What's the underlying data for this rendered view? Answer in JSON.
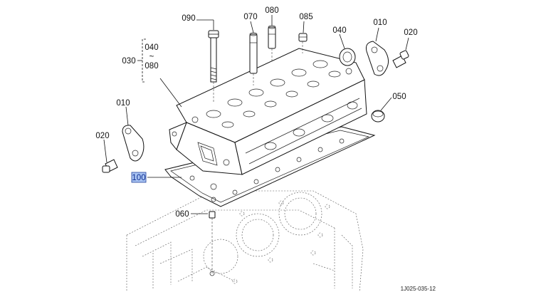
{
  "diagram": {
    "figure_code": "1J025-035-12",
    "callouts": {
      "c090": "090",
      "c070": "070",
      "c080": "080",
      "c085": "085",
      "c040_top": "040",
      "c010_right": "010",
      "c020_right": "020",
      "c030": "030",
      "c040_group": "040",
      "c_tilde": "~",
      "c080_group": "080",
      "c050": "050",
      "c010_left": "010",
      "c020_left": "020",
      "c100": "100",
      "c060": "060"
    },
    "highlight_color": "#a9c4f2",
    "highlighted_callout": "100"
  }
}
